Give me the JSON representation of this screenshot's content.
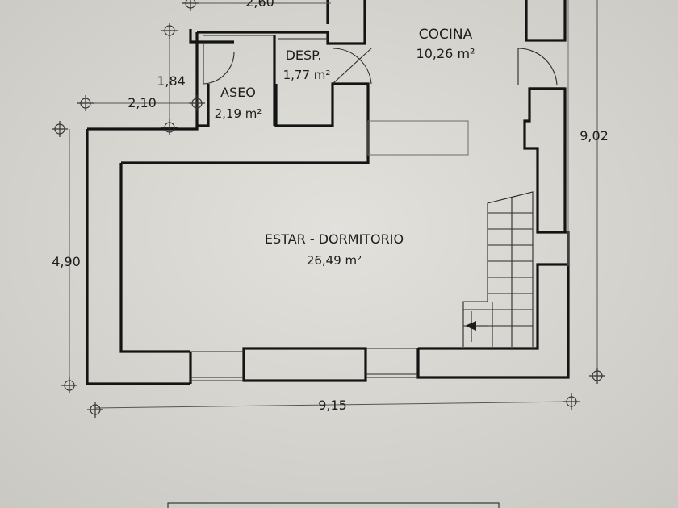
{
  "rooms": [
    {
      "id": "cocina",
      "name": "COCINA",
      "area": "10,26 m²"
    },
    {
      "id": "despensa",
      "name": "DESP.",
      "area": "1,77 m²"
    },
    {
      "id": "aseo",
      "name": "ASEO",
      "area": "2,19 m²"
    },
    {
      "id": "estar",
      "name": "ESTAR - DORMITORIO",
      "area": "26,49 m²"
    }
  ],
  "dimensions": {
    "top": "2,60",
    "aseo_height": "1,84",
    "aseo_width": "2,10",
    "left_height": "4,90",
    "right_height": "9,02",
    "bottom_width": "9,15"
  },
  "colors": {
    "paper": "#d9d8d3",
    "wall": "#141414"
  }
}
